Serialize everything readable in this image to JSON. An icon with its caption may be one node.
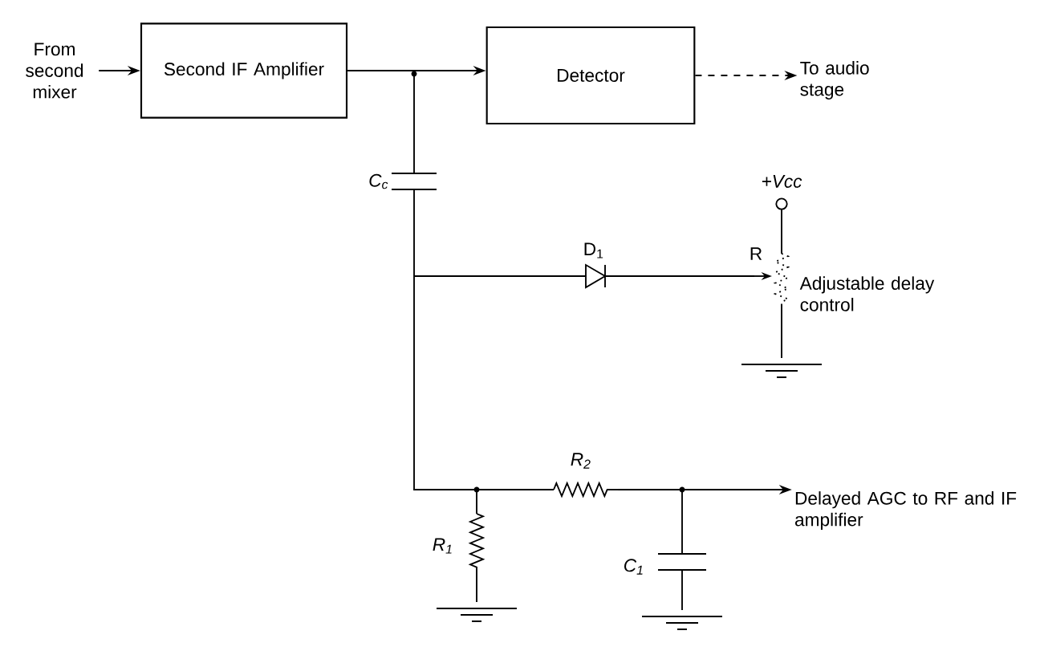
{
  "diagram": {
    "nodes": [
      {
        "text": [
          "From second mixer"
        ]
      },
      {
        "text": [
          "Second IF Amplifier"
        ]
      },
      {
        "text": [
          "Detector"
        ]
      },
      {
        "text": [
          "To audio stage"
        ]
      },
      {
        "text": [
          "Delayed AGC to RF and IF amplifier"
        ]
      }
    ],
    "edges": [
      {
        "from": 0,
        "to": 1,
        "arrow": "to"
      },
      {
        "from": 1,
        "to": 2,
        "arrow": "to"
      },
      {
        "from": 2,
        "to": 3,
        "arrow": "to",
        "style": "dashed"
      },
      {
        "from": null,
        "to": 4,
        "arrow": "to"
      }
    ],
    "labels": [
      "C$_{c}$",
      "+Vcc",
      "D$_{1}$",
      "R",
      "Adjustable delay control",
      "R$_{2}$",
      "R$_{1}$",
      "C$_{1}$"
    ]
  }
}
